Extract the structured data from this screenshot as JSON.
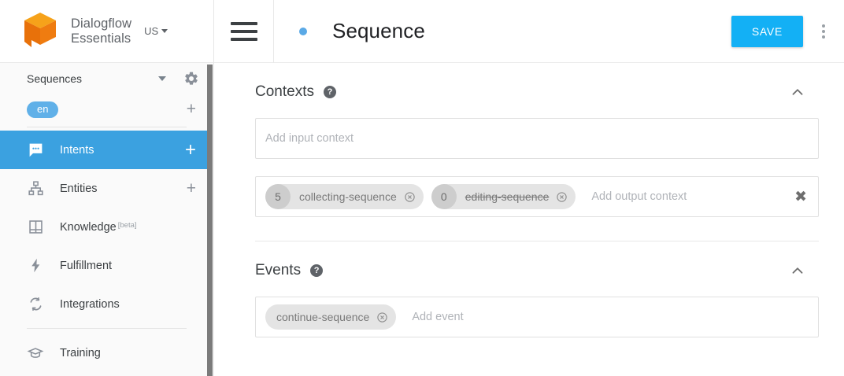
{
  "sidebar": {
    "brand": {
      "line1": "Dialogflow",
      "line2": "Essentials",
      "logo_icon": "dialogflow-cube-logo",
      "region_label": "US",
      "region_caret_icon": "caret-down-icon"
    },
    "agent": {
      "name": "Sequences",
      "caret_icon": "caret-down-icon",
      "settings_icon": "gear-icon"
    },
    "language": {
      "code": "en",
      "add_icon": "plus-icon"
    },
    "items": [
      {
        "label": "Intents",
        "icon": "speech-bubble-icon",
        "active": true,
        "add_icon": "plus-icon"
      },
      {
        "label": "Entities",
        "icon": "hierarchy-icon",
        "active": false,
        "add_icon": "plus-icon"
      },
      {
        "label": "Knowledge",
        "icon": "book-icon",
        "active": false,
        "badge": "[beta]"
      },
      {
        "label": "Fulfillment",
        "icon": "bolt-icon",
        "active": false
      },
      {
        "label": "Integrations",
        "icon": "refresh-icon",
        "active": false
      },
      {
        "label": "Training",
        "icon": "graduation-cap-icon",
        "active": false
      }
    ],
    "scrollbar_name": "sidebar-scrollbar"
  },
  "topbar": {
    "menu_icon": "hamburger-menu-icon",
    "status_dot": "unsaved-status-dot",
    "title": "Sequence",
    "save_label": "SAVE",
    "more_icon": "kebab-menu-icon"
  },
  "contexts": {
    "title": "Contexts",
    "help_icon": "help-circle-icon",
    "collapse_icon": "chevron-up-icon",
    "input": {
      "placeholder": "Add input context",
      "value": "",
      "chips": []
    },
    "output": {
      "placeholder": "Add output context",
      "value": "",
      "clear_icon": "close-icon",
      "chips": [
        {
          "lifespan": "5",
          "label": "collecting-sequence",
          "expired": false,
          "remove_icon": "chip-remove-icon"
        },
        {
          "lifespan": "0",
          "label": "editing-sequence",
          "expired": true,
          "remove_icon": "chip-remove-icon"
        }
      ]
    }
  },
  "events": {
    "title": "Events",
    "help_icon": "help-circle-icon",
    "collapse_icon": "chevron-up-icon",
    "placeholder": "Add event",
    "value": "",
    "chips": [
      {
        "label": "continue-sequence",
        "remove_icon": "chip-remove-icon"
      }
    ]
  },
  "colors": {
    "accent_blue": "#13b0f5",
    "nav_active_blue": "#3ba1e0",
    "lang_chip_blue": "#60b0e8",
    "logo_orange": "#f07d10",
    "chip_grey": "#e4e4e4"
  }
}
